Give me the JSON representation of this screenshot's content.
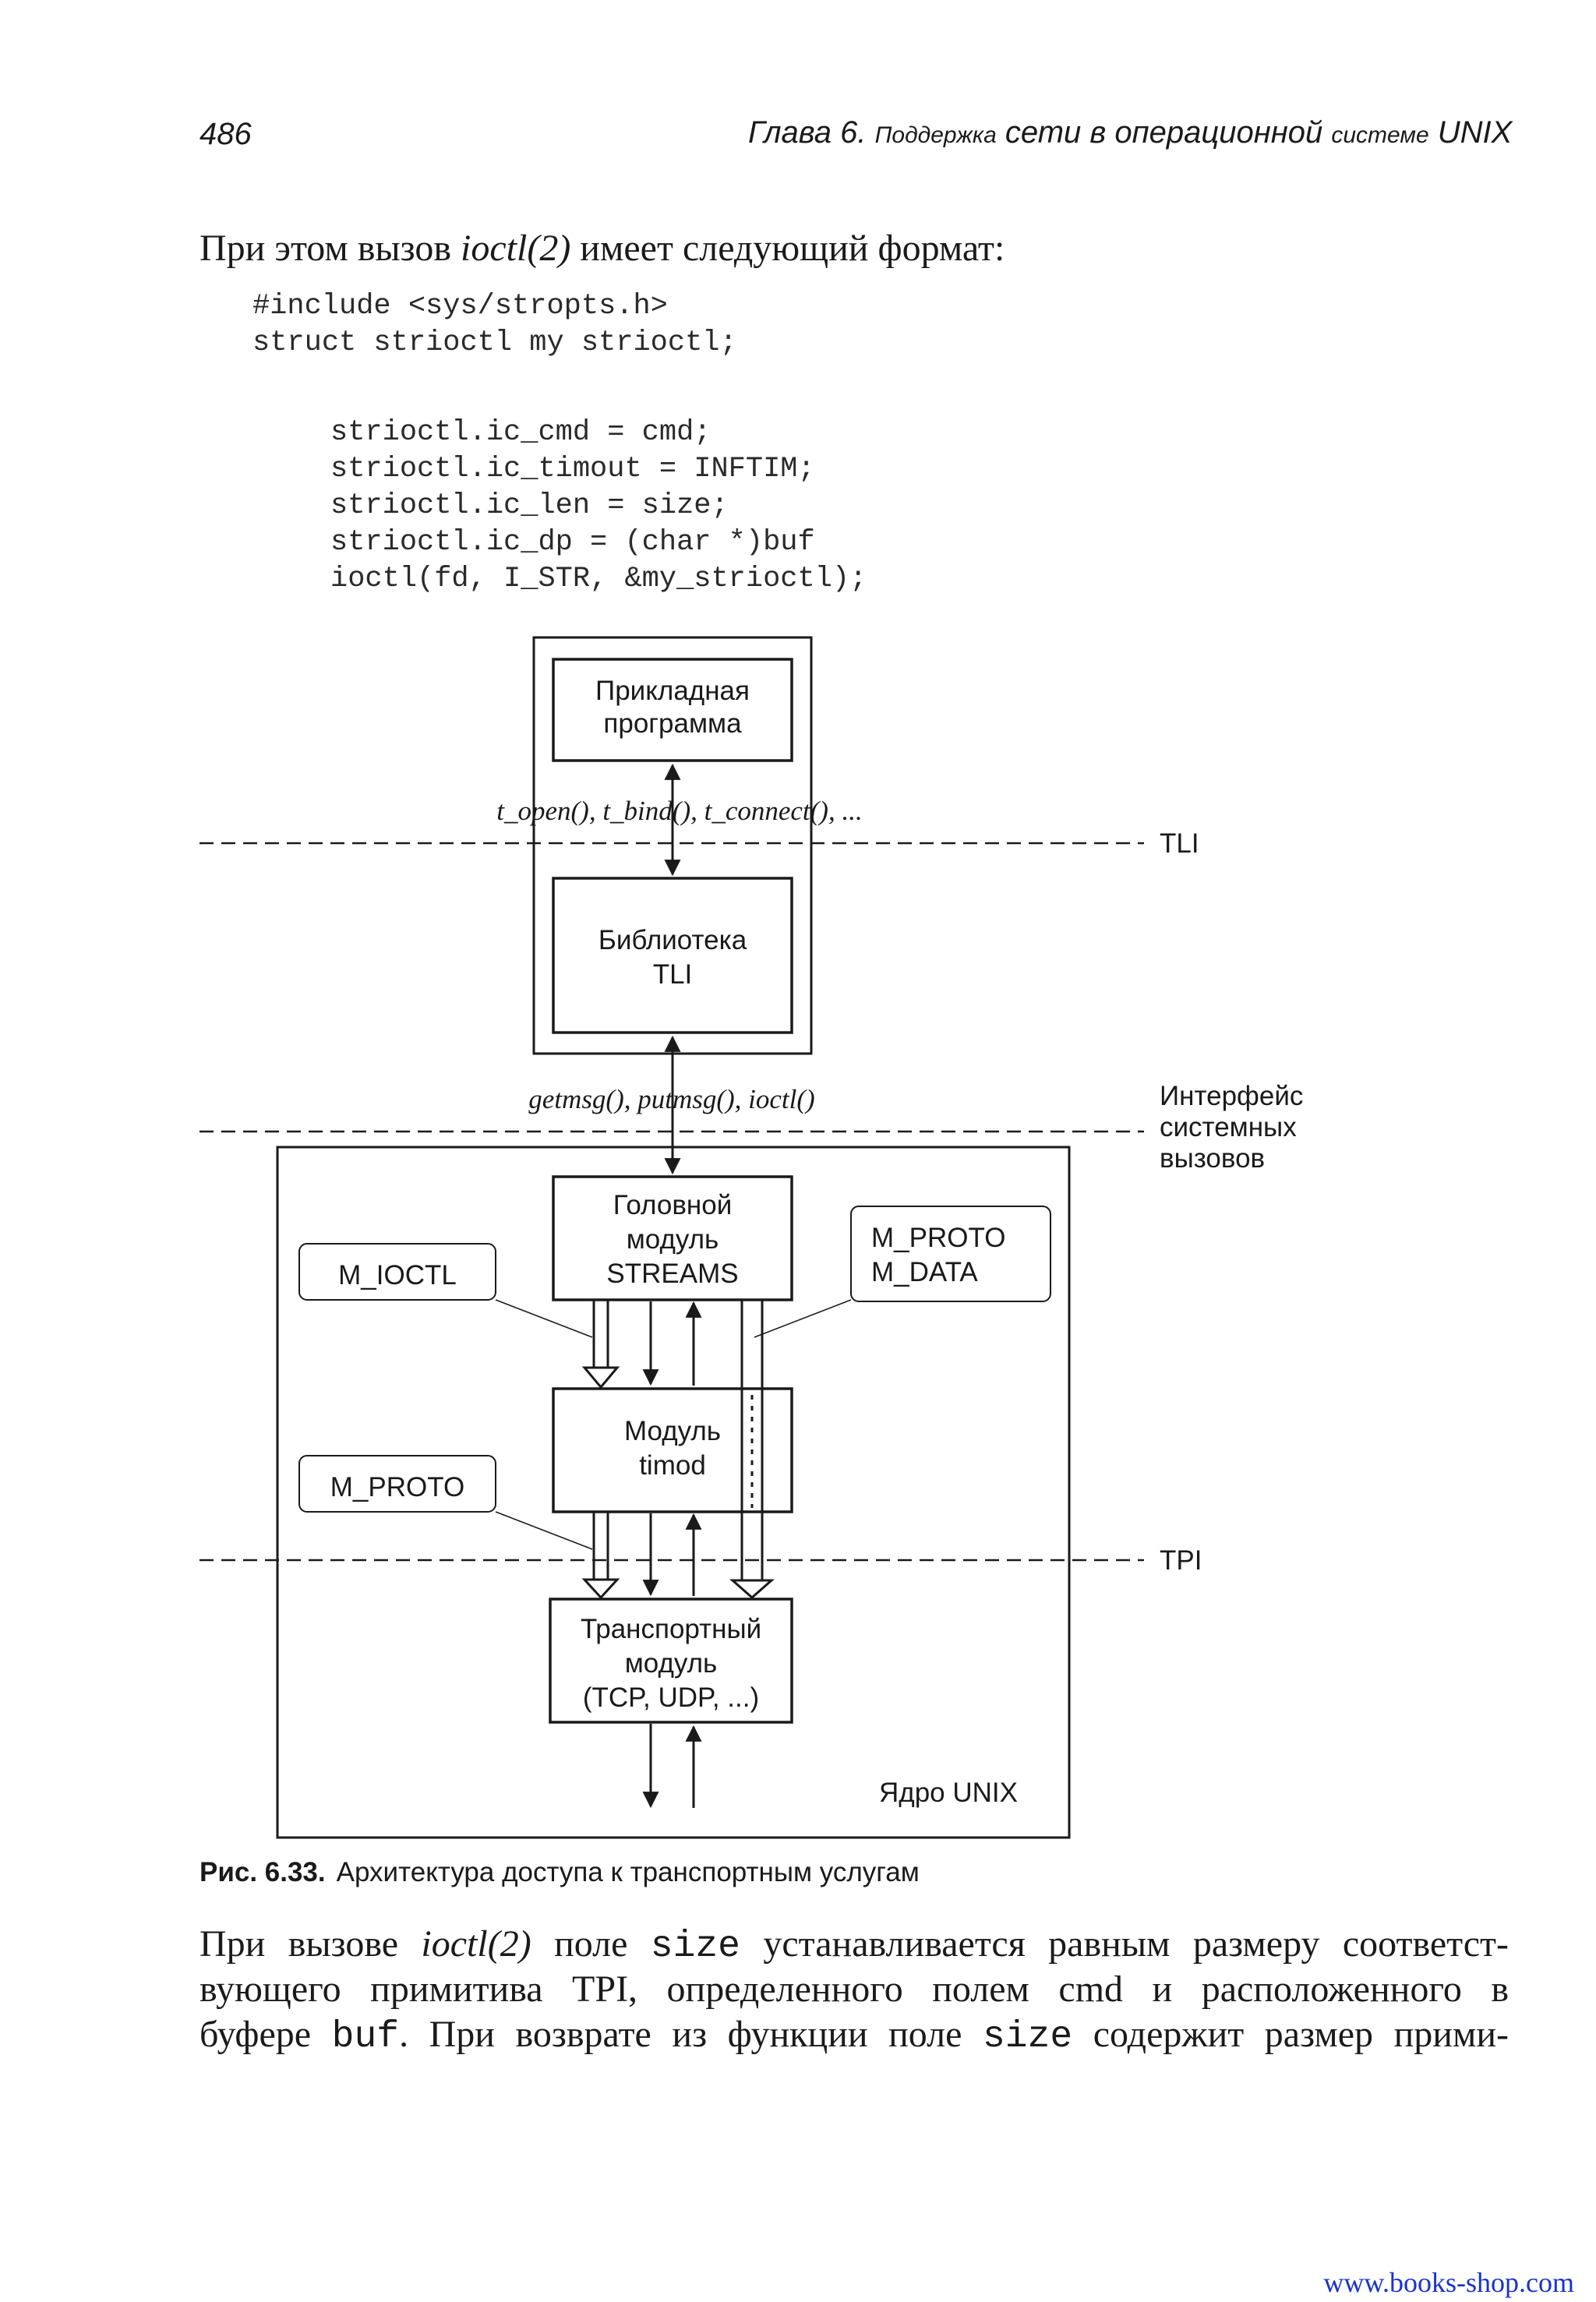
{
  "header": {
    "page_number": "486",
    "chapter": "Глава 6.",
    "title_small_1": "Поддержка",
    "title_big": "сети в операционной",
    "title_small_2": "системе",
    "title_end": "UNIX"
  },
  "intro": {
    "pre": "При этом вызов ",
    "func": "ioctl(2)",
    "post": " имеет следующий формат:"
  },
  "code": {
    "lines_top": [
      "#include <sys/stropts.h>",
      "struct strioctl my strioctl;"
    ],
    "lines_body": [
      "strioctl.ic_cmd = cmd;",
      "strioctl.ic_timout = INFTIM;",
      "strioctl.ic_len = size;",
      "strioctl.ic_dp = (char *)buf",
      "ioctl(fd, I_STR, &my_strioctl);"
    ]
  },
  "diagram": {
    "app_line1": "Прикладная",
    "app_line2": "программа",
    "tli_calls": "t_open(), t_bind(), t_connect(), ...",
    "tli_label": "TLI",
    "lib_line1": "Библиотека",
    "lib_line2": "TLI",
    "sys_calls": "getmsg(), putmsg(), ioctl()",
    "syscall_iface_1": "Интерфейс",
    "syscall_iface_2": "системных",
    "syscall_iface_3": "вызовов",
    "head_line1": "Головной",
    "head_line2": "модуль",
    "head_line3": "STREAMS",
    "m_ioctl": "M_IOCTL",
    "m_proto_data_1": "M_PROTO",
    "m_proto_data_2": "M_DATA",
    "timod_line1": "Модуль",
    "timod_line2": "timod",
    "m_proto": "M_PROTO",
    "tpi_label": "TPI",
    "transport_line1": "Транспортный",
    "transport_line2": "модуль",
    "transport_line3": "(TCP, UDP, ...)",
    "kernel_label": "Ядро UNIX"
  },
  "caption": {
    "number": "Рис. 6.33.",
    "text": "Архитектура доступа к транспортным услугам"
  },
  "after": {
    "l1_a": "При вызове ",
    "l1_func": "ioctl(2)",
    "l1_b": " поле ",
    "l1_code": "size",
    "l1_c": " устанавливается равным размеру соответст-",
    "l2": "вующего примитива TPI, определенного полем cmd и расположенного в",
    "l3_a": "буфере ",
    "l3_code1": "buf",
    "l3_b": ". При возврате из функции поле ",
    "l3_code2": "size",
    "l3_c": " содержит размер прими-"
  },
  "footer": {
    "url": "www.books-shop.com"
  }
}
